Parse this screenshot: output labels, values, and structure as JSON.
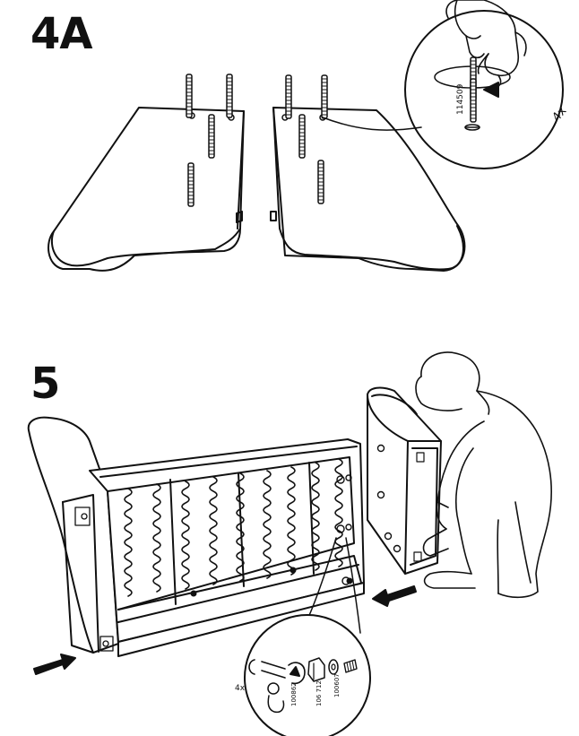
{
  "steps": [
    {
      "number": "4A"
    },
    {
      "number": "5"
    }
  ],
  "step4a_detail": {
    "part_number": "114509",
    "quantity": "4x"
  },
  "step5_detail": {
    "quantity": "4x",
    "part_numbers": [
      "100862",
      "106 712",
      "100607"
    ]
  },
  "colors": {
    "line": "#111111",
    "background": "#ffffff"
  },
  "icons": [
    "threaded-bolt-icon",
    "arrow-icon",
    "hand-icon",
    "person-icon",
    "spring-icon",
    "washer-icon",
    "nut-icon"
  ]
}
